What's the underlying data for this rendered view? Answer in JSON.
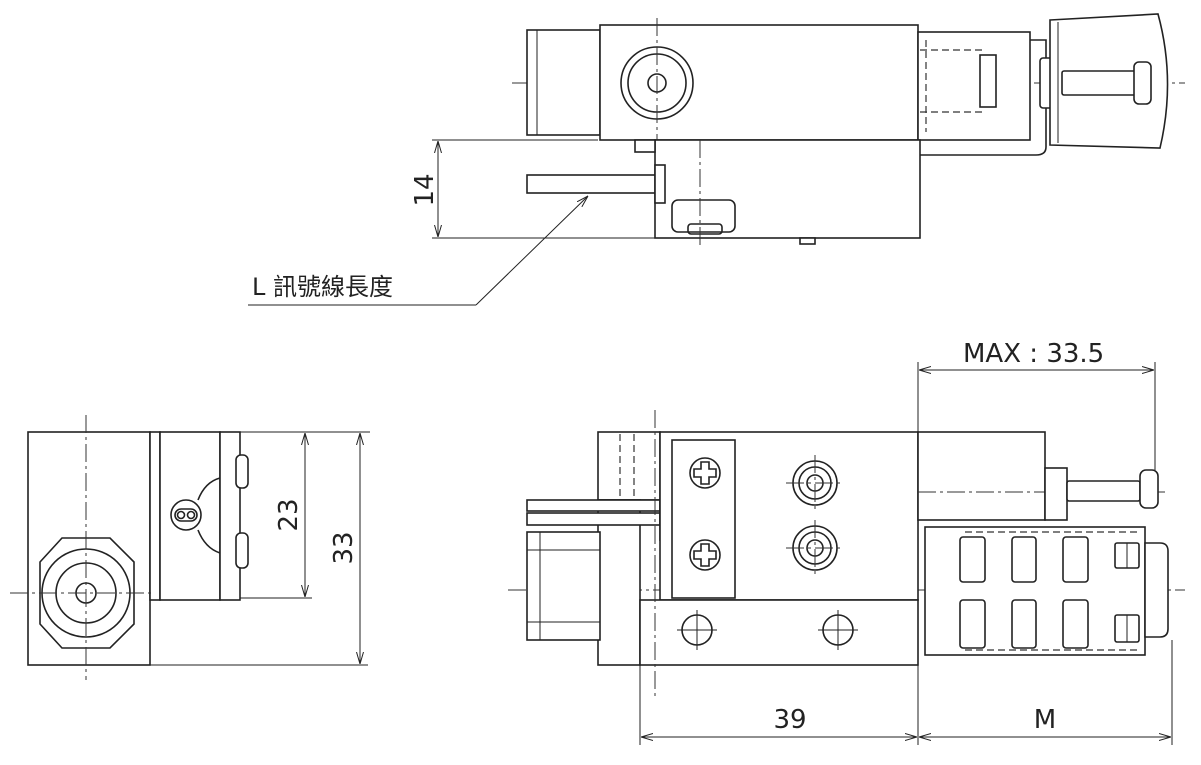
{
  "dimensions": {
    "top_height": "14",
    "signal_wire_label": "L 訊號線長度",
    "max_stroke": "MAX : 33.5",
    "side_inner_height": "23",
    "side_total_height": "33",
    "body_length": "39",
    "manifold_length": "M"
  }
}
